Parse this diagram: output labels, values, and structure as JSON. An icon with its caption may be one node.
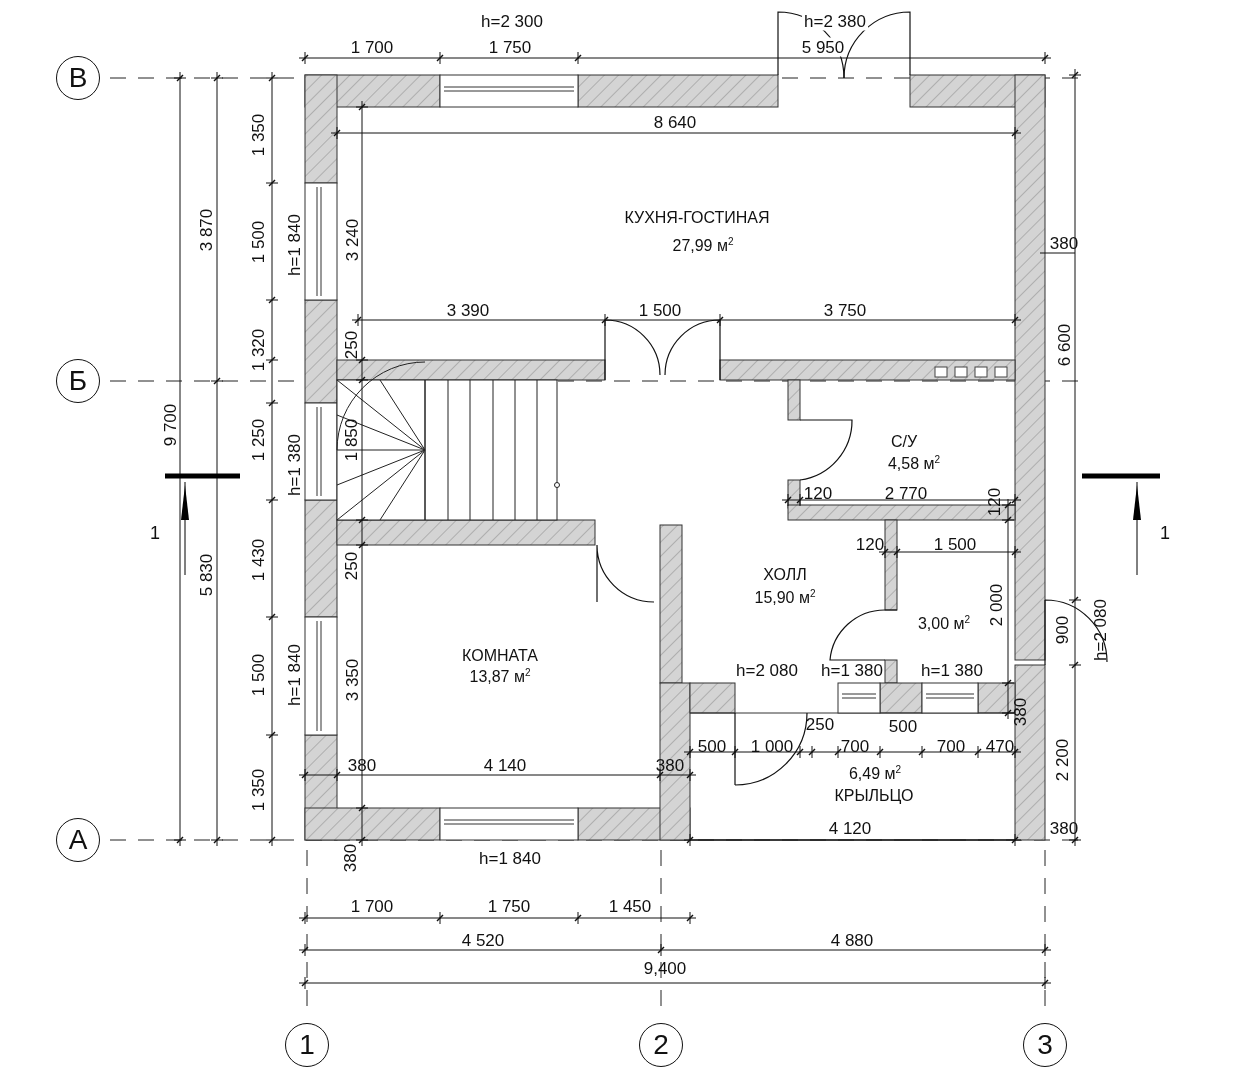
{
  "diagram": {
    "nodes": [
      {
        "text": [
          "В"
        ]
      },
      {
        "text": [
          "Б"
        ]
      },
      {
        "text": [
          "А"
        ]
      },
      {
        "text": [
          "1"
        ]
      },
      {
        "text": [
          "2"
        ]
      },
      {
        "text": [
          "3"
        ]
      }
    ],
    "labels": [
      "h=2 300",
      "h=2 380",
      "1 700",
      "1 750",
      "5 950",
      "8 640",
      "1 350",
      "КУХНЯ-ГОСТИНАЯ",
      "27,99 м$^{2}$",
      "3 870",
      "1 500",
      "h=1 840",
      "3 240",
      "380",
      "6 600",
      "3 390",
      "1 500",
      "3 750",
      "1 320",
      "250",
      "9 700",
      "1 250",
      "h=1 380",
      "1 850",
      "С/У",
      "4,58 м$^{2}$",
      "1",
      "120",
      "2 770",
      "120",
      "1",
      "1 430",
      "250",
      "120",
      "1 500",
      "5 830",
      "ХОЛЛ",
      "15,90 м$^{2}$",
      "2 000",
      "3,00 м$^{2}$",
      "900",
      "h=2 080",
      "1 500",
      "h=1 840",
      "КОМНАТА",
      "13,87 м$^{2}$",
      "3 350",
      "h=2 080",
      "h=1 380",
      "h=1 380",
      "380",
      "250",
      "500",
      "500",
      "1 000",
      "700",
      "700",
      "470",
      "2 200",
      "1 350",
      "380",
      "4 140",
      "380",
      "6,49 м$^{2}$",
      "КРЫЛЬЦО",
      "4 120",
      "380",
      "380",
      "h=1 840",
      "1 700",
      "1 750",
      "1 450",
      "4 520",
      "4 880",
      "9,400"
    ]
  }
}
